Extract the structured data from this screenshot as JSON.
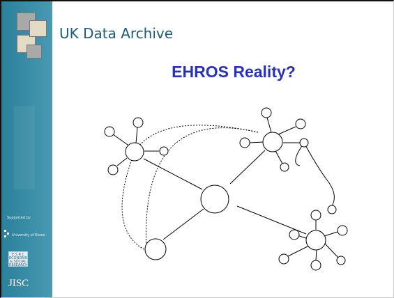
{
  "header": {
    "title": "UK Data Archive"
  },
  "slide": {
    "title": "EHROS Reality?"
  },
  "sidebar": {
    "supported_by": "Supported by",
    "university": "University of Essex",
    "esrc": "E S R C ECONOMIC & SOCIAL RESEARCH COUNCIL",
    "jisc": "JISC",
    "color": "#2c8099"
  },
  "colors": {
    "title": "#2732b8",
    "header": "#1d5d78"
  }
}
